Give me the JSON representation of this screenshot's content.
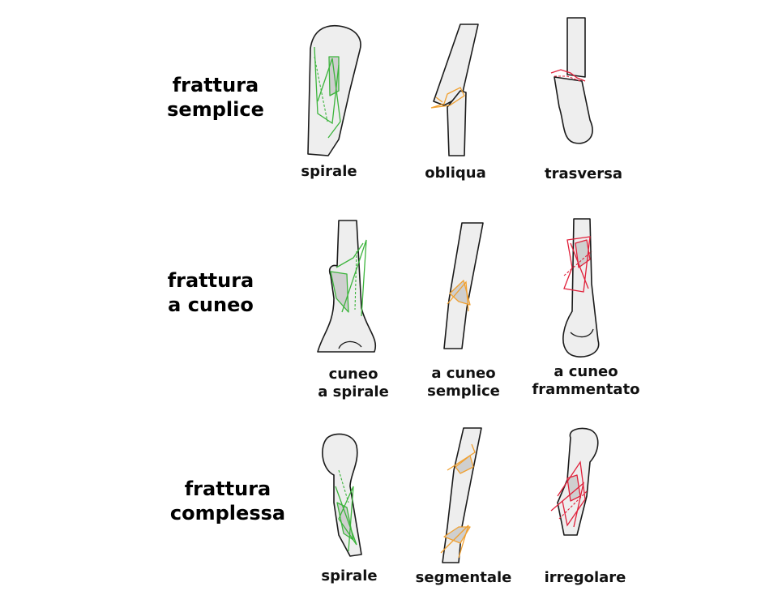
{
  "colors": {
    "spiral": "#3cb43c",
    "oblique": "#f0a030",
    "transverse": "#e0203a",
    "bone_fill": "#eeeeee",
    "bone_outline": "#1a1a1a"
  },
  "rows": [
    {
      "title": [
        "frattura",
        "semplice"
      ],
      "types": [
        {
          "caption": [
            "spirale"
          ],
          "color": "spiral"
        },
        {
          "caption": [
            "obliqua"
          ],
          "color": "oblique"
        },
        {
          "caption": [
            "trasversa"
          ],
          "color": "transverse"
        }
      ]
    },
    {
      "title": [
        "frattura",
        "a cuneo"
      ],
      "types": [
        {
          "caption": [
            "cuneo",
            "a spirale"
          ],
          "color": "spiral"
        },
        {
          "caption": [
            "a cuneo",
            "semplice"
          ],
          "color": "oblique"
        },
        {
          "caption": [
            "a cuneo",
            "frammentato"
          ],
          "color": "transverse"
        }
      ]
    },
    {
      "title": [
        "frattura",
        "complessa"
      ],
      "types": [
        {
          "caption": [
            "spirale"
          ],
          "color": "spiral"
        },
        {
          "caption": [
            "segmentale"
          ],
          "color": "oblique"
        },
        {
          "caption": [
            "irregolare"
          ],
          "color": "transverse"
        }
      ]
    }
  ]
}
